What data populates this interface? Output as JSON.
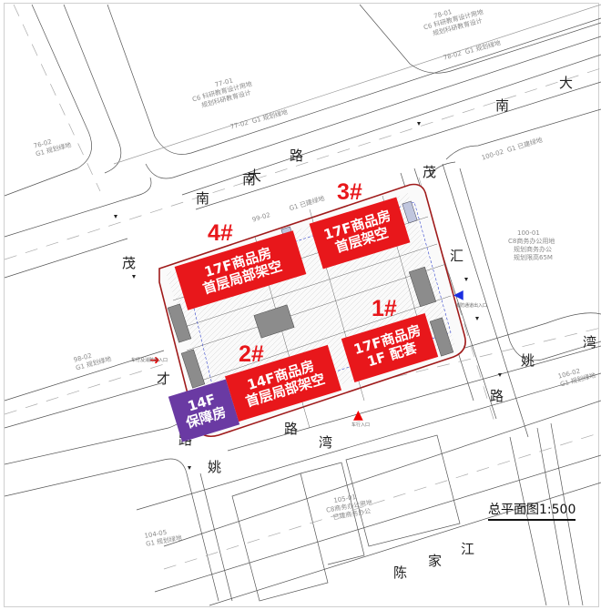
{
  "drawing": {
    "title": "总平面图1:500",
    "scale": "1:500"
  },
  "roads": {
    "nan_da_lu": [
      "南",
      "大",
      "路"
    ],
    "nan_da_upper": [
      "南",
      "大"
    ],
    "mao_hui_lu": [
      "茂",
      "汇",
      "路"
    ],
    "yao_wan_lu": [
      "姚",
      "湾",
      "路"
    ],
    "cai_mao_lu": [
      "茂",
      "才"
    ],
    "chen_jia_jiang": [
      "陈",
      "家",
      "江"
    ],
    "road_left_lower": [
      "路",
      "姚"
    ]
  },
  "buildings": [
    {
      "id": "4#",
      "line1": "17F商品房",
      "line2": "首层局部架空",
      "color": "#e8171b"
    },
    {
      "id": "3#",
      "line1": "17F商品房",
      "line2": "首层架空",
      "color": "#e8171b"
    },
    {
      "id": "1#",
      "line1": "17F商品房",
      "line2": "1F 配套",
      "color": "#e8171b"
    },
    {
      "id": "2#",
      "line1": "14F商品房",
      "line2": "首层局部架空",
      "color": "#e8171b"
    },
    {
      "id": "",
      "line1": "14F",
      "line2": "保障房",
      "color": "#6a3aa3"
    }
  ],
  "parcels": [
    {
      "code": "77-01",
      "lines": [
        "C6 科研教育设计用地",
        "规划科研教育设计"
      ]
    },
    {
      "code": "77-02",
      "lines": [
        "G1 规划绿地"
      ]
    },
    {
      "code": "76-02",
      "lines": [
        "G1 规划绿地"
      ]
    },
    {
      "code": "78-01",
      "lines": [
        "C6 科研教育设计用地",
        "规划科研教育设计"
      ]
    },
    {
      "code": "78-02",
      "lines": [
        "G1 规划绿地"
      ]
    },
    {
      "code": "99-02",
      "lines": [
        "G1 已建绿地"
      ]
    },
    {
      "code": "100-02",
      "lines": [
        "G1 已建绿地"
      ]
    },
    {
      "code": "100-01",
      "lines": [
        "C8商务办公用地",
        "规划商务办公",
        "规划限高65M"
      ]
    },
    {
      "code": "98-02",
      "lines": [
        "G1 规划绿地"
      ]
    },
    {
      "code": "106-02",
      "lines": [
        "G1 规划绿地"
      ]
    },
    {
      "code": "104-05",
      "lines": [
        "G1 规划绿地"
      ]
    },
    {
      "code": "105-01",
      "lines": [
        "C8商务办公用地",
        "已建商务办公"
      ]
    }
  ],
  "entrances": {
    "west": "车行及消防出入口",
    "east": "消防通道出入口",
    "south": "车行入口"
  },
  "colors": {
    "red_label": "#e8171b",
    "purple_label": "#6a3aa3",
    "site_boundary": "#a01b1b",
    "line": "#555555",
    "blue_line": "#3344cc"
  }
}
